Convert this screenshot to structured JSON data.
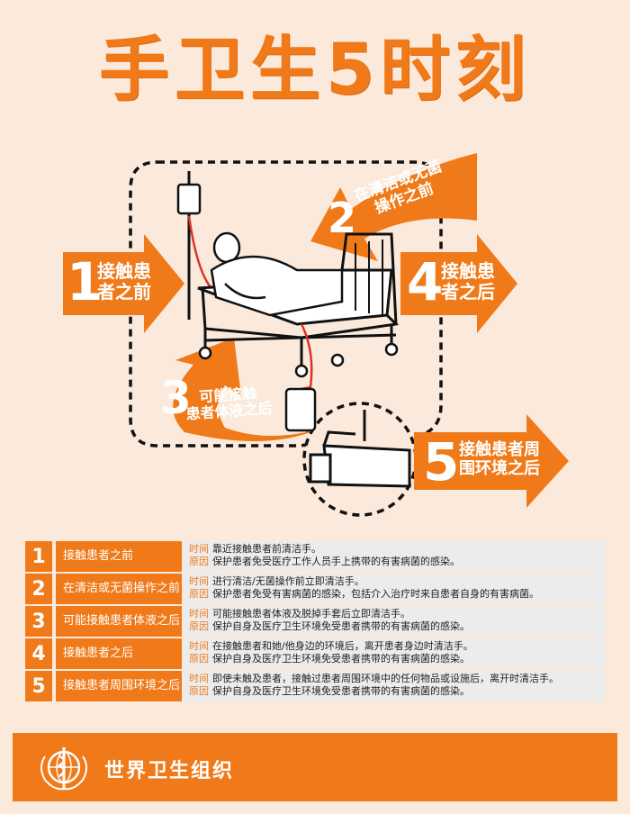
{
  "title": "手卫生5时刻",
  "arrows": [
    {
      "num": "1",
      "label_line1": "接触患",
      "label_line2": "者之前"
    },
    {
      "num": "2",
      "label_line1": "在清洁或无菌",
      "label_line2": "操作之前"
    },
    {
      "num": "3",
      "label_line1": "可能接触",
      "label_line2": "患者体液之后"
    },
    {
      "num": "4",
      "label_line1": "接触患",
      "label_line2": "者之后"
    },
    {
      "num": "5",
      "label_line1": "接触患者周",
      "label_line2": "围环境之后"
    }
  ],
  "table": {
    "time_label": "时间",
    "reason_label": "原因",
    "rows": [
      {
        "num": "1",
        "name": "接触患者之前",
        "time": "靠近接触患者前清洁手。",
        "reason": "保护患者免受医疗工作人员手上携带的有害病菌的感染。"
      },
      {
        "num": "2",
        "name": "在清洁或无菌操作之前",
        "time": "进行清洁/无菌操作前立即清洁手。",
        "reason": "保护患者免受有害病菌的感染，包括介入治疗时来自患者自身的有害病菌。"
      },
      {
        "num": "3",
        "name": "可能接触患者体液之后",
        "time": "可能接触患者体液及脱掉手套后立即清洁手。",
        "reason": "保护自身及医疗卫生环境免受患者携带的有害病菌的感染。"
      },
      {
        "num": "4",
        "name": "接触患者之后",
        "time": "在接触患者和她/他身边的环境后，离开患者身边时清洁手。",
        "reason": "保护自身及医疗卫生环境免受患者携带的有害病菌的感染。"
      },
      {
        "num": "5",
        "name": "接触患者周围环境之后",
        "time": "即使未触及患者，接触过患者周围环境中的任何物品或设施后，离开时清洁手。",
        "reason": "保护自身及医疗卫生环境免受患者携带的有害病菌的感染。"
      }
    ]
  },
  "footer": {
    "org_name": "世界卫生组织",
    "logo_icon": "who-emblem-icon"
  },
  "colors": {
    "orange": "#f07a1a",
    "background": "#fbeadb",
    "gray": "#ececec"
  }
}
